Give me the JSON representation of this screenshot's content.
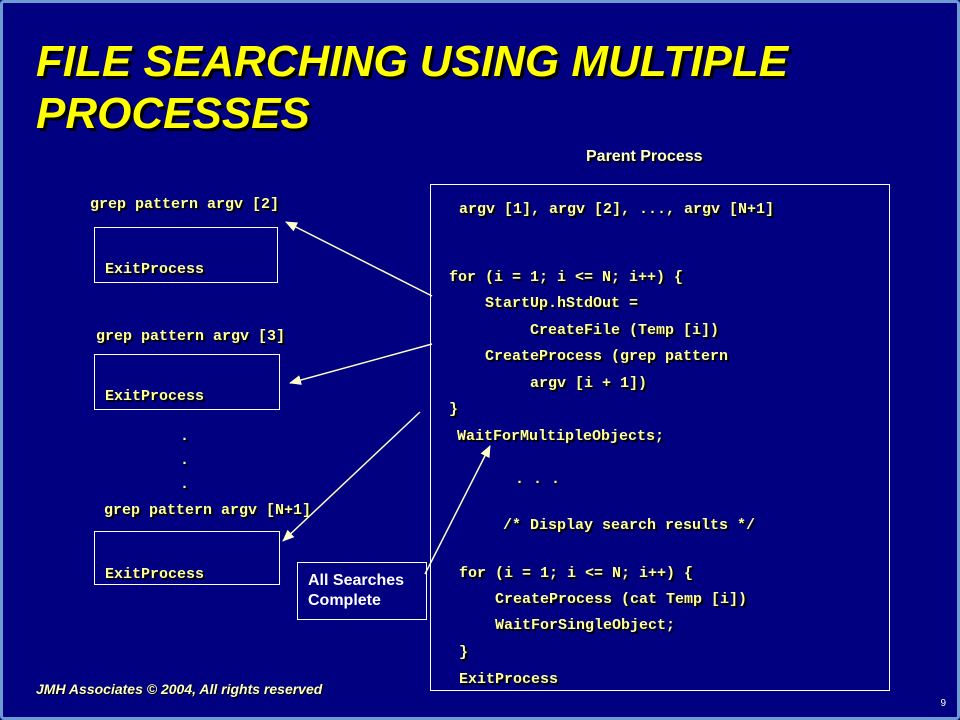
{
  "title": "FILE SEARCHING USING MULTIPLE PROCESSES",
  "parent_label": "Parent Process",
  "children": [
    {
      "label": "grep pattern argv [2]",
      "exit": "ExitProcess"
    },
    {
      "label": "grep pattern argv [3]",
      "exit": "ExitProcess"
    },
    {
      "label": "grep pattern argv [N+1]",
      "exit": "ExitProcess"
    }
  ],
  "dots": ".",
  "code": {
    "args": "argv [1], argv [2], ..., argv [N+1]",
    "loop1": [
      "for (i = 1; i <= N; i++) {",
      "    StartUp.hStdOut =",
      "         CreateFile (Temp [i])",
      "    CreateProcess (grep pattern",
      "         argv [i + 1])",
      "}"
    ],
    "wait_multiple": "WaitForMultipleObjects;",
    "ellipsis": ". . .",
    "comment": "/* Display search results */",
    "loop2": [
      "for (i = 1; i <= N; i++) {",
      "    CreateProcess (cat Temp [i])",
      "    WaitForSingleObject;",
      "}"
    ],
    "exit": "ExitProcess"
  },
  "callout": {
    "line1": "All Searches",
    "line2": "Complete"
  },
  "footer": "JMH Associates © 2004, All rights reserved",
  "page_number": "9",
  "colors": {
    "background": "#000080",
    "title": "#ffff00",
    "text": "#ffff99",
    "lines": "#ffffcc"
  }
}
